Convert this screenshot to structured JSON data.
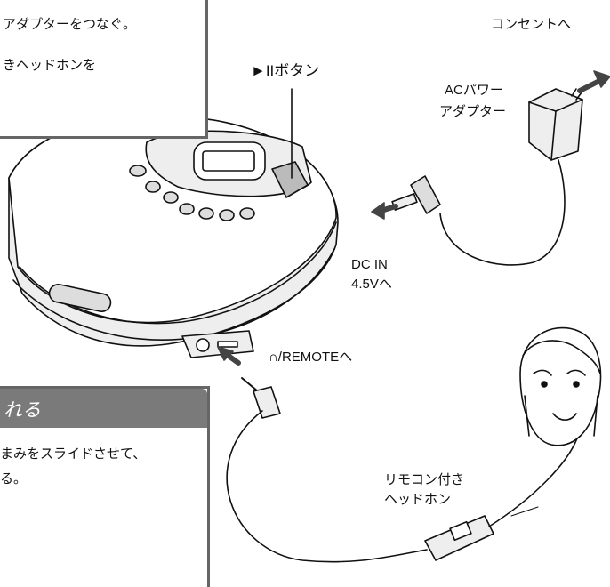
{
  "box_top": {
    "line1": "アダプターをつなぐ。",
    "line2": "きヘッドホンを"
  },
  "box_bottom": {
    "heading": "れる",
    "line1": "まみをスライドさせて、",
    "line2": "る。"
  },
  "labels": {
    "outlet": "コンセントへ",
    "play_button": "►IIボタン",
    "ac_adapter_1": "ACパワー",
    "ac_adapter_2": "アダプター",
    "dc_in_1": "DC IN",
    "dc_in_2": "4.5Vへ",
    "remote": "∩/REMOTEへ",
    "headphones_1": "リモコン付き",
    "headphones_2": "ヘッドホン"
  }
}
